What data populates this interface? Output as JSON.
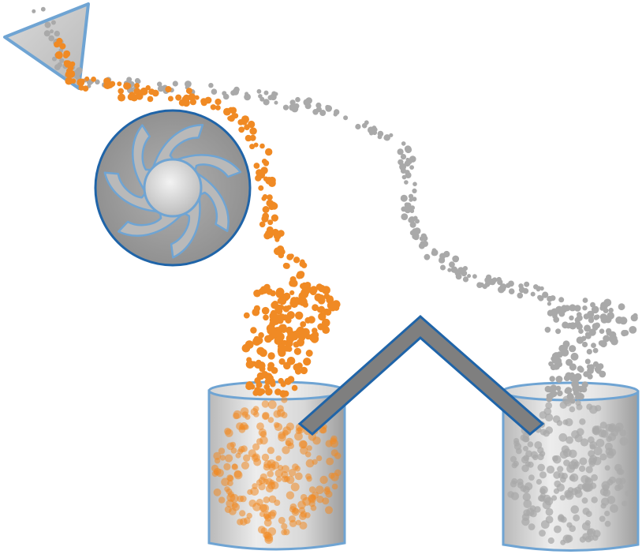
{
  "diagram": {
    "palette": {
      "heavy_particle": "#F08A24",
      "light_particle": "#A9A9A9",
      "outline": "#1F64A8",
      "outline_light": "#6FA4D3",
      "metal_light": "#F2F2F2",
      "metal_mid": "#D6D6D6",
      "metal_dark": "#9B9B9B",
      "divider_fill": "#7F7F7F"
    },
    "components": [
      {
        "id": "hopper",
        "icon": "funnel-icon"
      },
      {
        "id": "fan",
        "icon": "fan-icon",
        "blade_count": 7
      },
      {
        "id": "divider",
        "icon": "chevron-divider-icon"
      },
      {
        "id": "left-bin",
        "icon": "cylinder-icon",
        "content": "heavy_particle"
      },
      {
        "id": "right-bin",
        "icon": "cylinder-icon",
        "content": "light_particle"
      }
    ]
  }
}
